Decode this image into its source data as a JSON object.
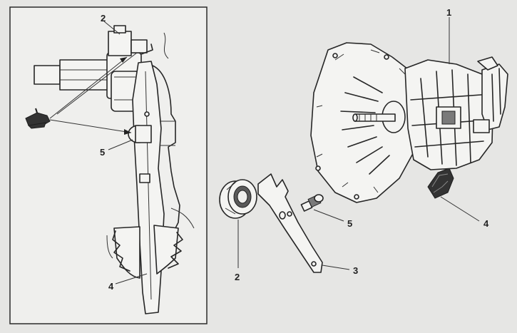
{
  "callouts": {
    "transmission": "1",
    "release_bearing_detail": "2",
    "release_bearing": "2",
    "release_fork": "3",
    "boot_detail": "4",
    "boot": "4",
    "pivot_detail": "5",
    "pivot_bolt": "5"
  },
  "icons": {
    "grease_gun": "grease-gun-icon"
  },
  "colors": {
    "paper": "#e6e6e4",
    "ink": "#262626"
  }
}
